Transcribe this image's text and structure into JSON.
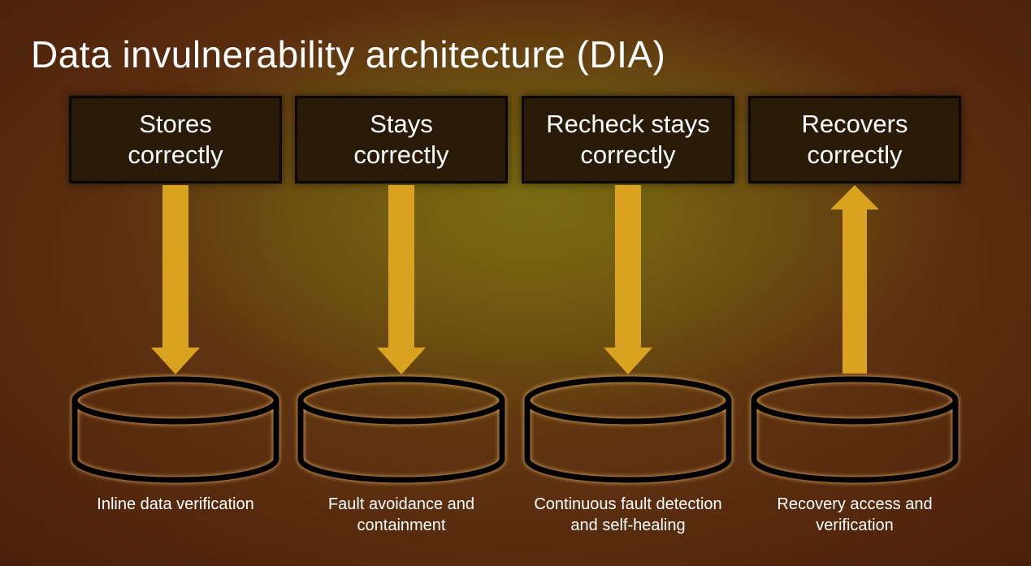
{
  "title": "Data invulnerability architecture (DIA)",
  "columns": [
    {
      "box_lines": [
        "Stores",
        "correctly"
      ],
      "arrow_direction": "down",
      "caption_lines": [
        "Inline data verification"
      ]
    },
    {
      "box_lines": [
        "Stays",
        "correctly"
      ],
      "arrow_direction": "down",
      "caption_lines": [
        "Fault avoidance and",
        "containment"
      ]
    },
    {
      "box_lines": [
        "Recheck stays",
        "correctly"
      ],
      "arrow_direction": "down",
      "caption_lines": [
        "Continuous fault detection",
        "and self-healing"
      ]
    },
    {
      "box_lines": [
        "Recovers",
        "correctly"
      ],
      "arrow_direction": "up",
      "caption_lines": [
        "Recovery access and",
        "verification"
      ]
    }
  ],
  "colors": {
    "arrow": "#d9a21f",
    "box_fill": "#2a1b08",
    "cylinder_stroke": "#000000",
    "text": "#ffffff"
  },
  "icons": {
    "storage": "storage-cylinder-icon"
  }
}
